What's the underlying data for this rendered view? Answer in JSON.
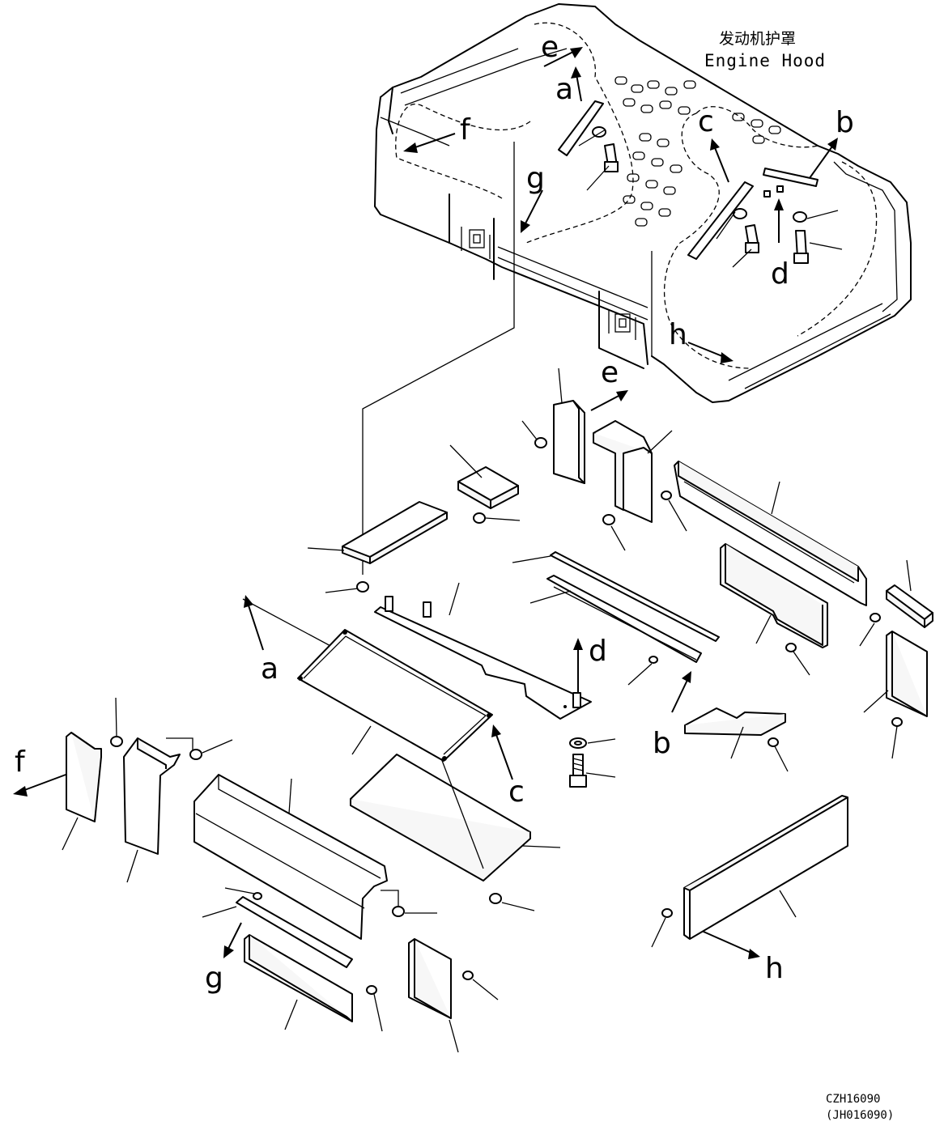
{
  "title": {
    "chinese": "发动机护罩",
    "english": "Engine Hood"
  },
  "reference_letters": [
    "a",
    "b",
    "c",
    "d",
    "e",
    "f",
    "g",
    "h"
  ],
  "drawing_codes": {
    "primary": "CZH16090",
    "secondary": "(JH016090)"
  }
}
